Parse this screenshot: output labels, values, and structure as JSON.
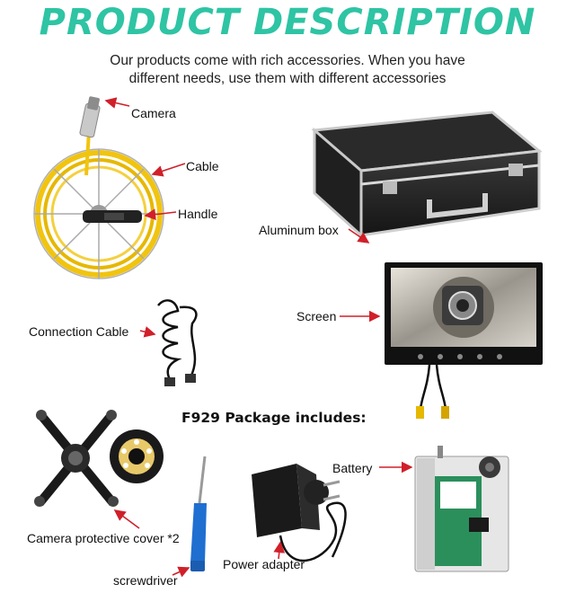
{
  "header": {
    "title": "PRODUCT DESCRIPTION",
    "subtitle_line1": "Our products come with rich accessories. When you have",
    "subtitle_line2": "different needs, use them with different accessories"
  },
  "labels": {
    "camera": "Camera",
    "cable": "Cable",
    "handle": "Handle",
    "aluminum_box": "Aluminum box",
    "screen": "Screen",
    "connection_cable": "Connection Cable",
    "package_title": "F929 Package includes:",
    "battery": "Battery",
    "camera_cover": "Camera protective cover *2",
    "power_adapter": "Power adapter",
    "screwdriver": "screwdriver"
  },
  "colors": {
    "title": "#2ec4a4",
    "arrow": "#d0202a",
    "cable": "#f1c40f",
    "battery_body": "#2b8f5c"
  }
}
